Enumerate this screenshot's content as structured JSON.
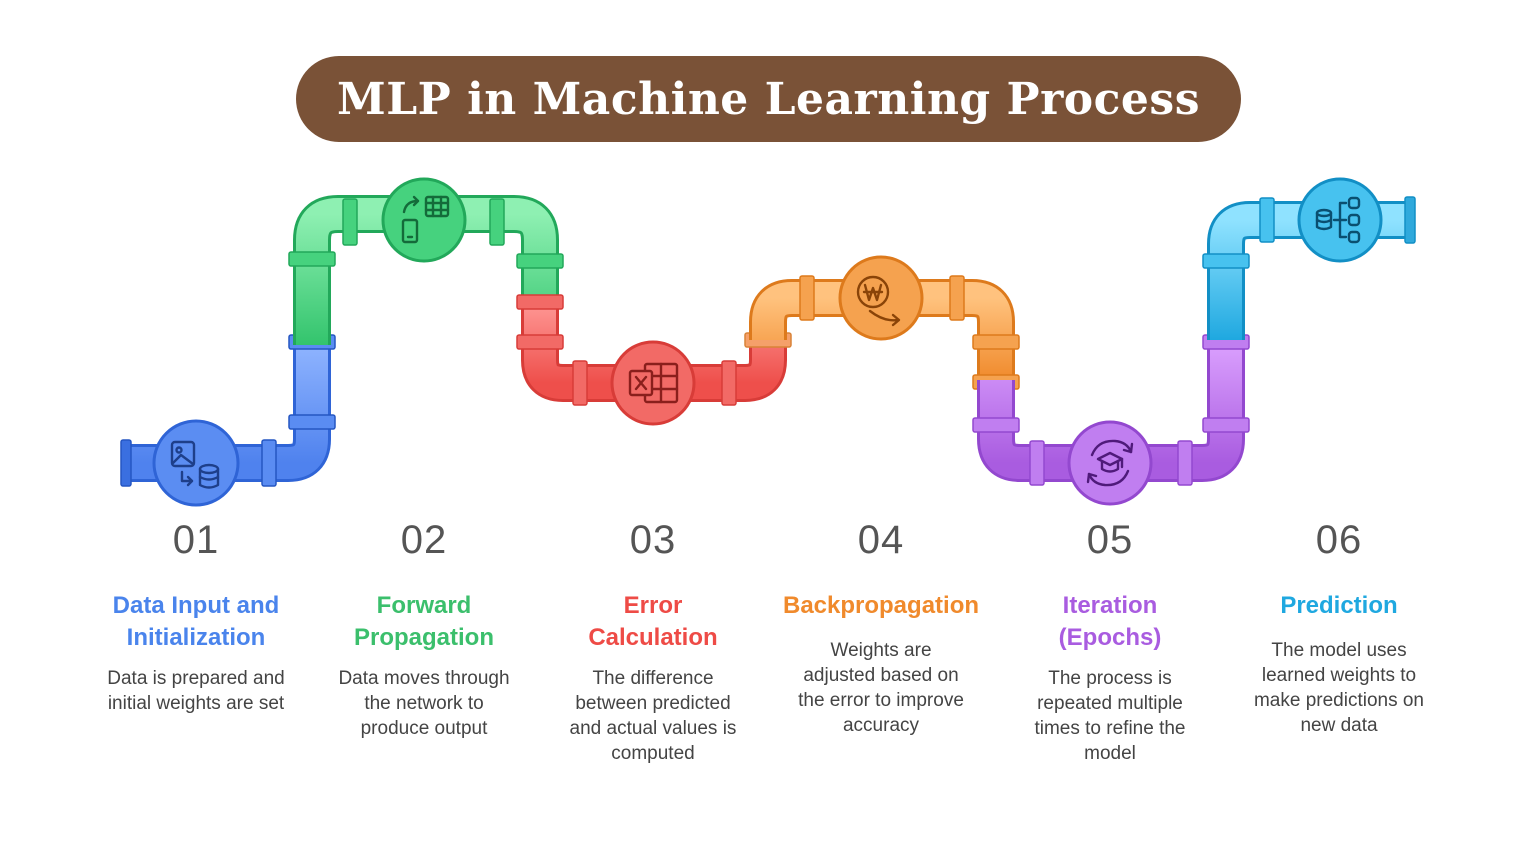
{
  "title": "MLP in Machine Learning Process",
  "colors": {
    "title_bg": "#7a5237",
    "blue": "#5b8df2",
    "green": "#3ecf7a",
    "red": "#f25f5c",
    "orange": "#f5993f",
    "purple": "#b46ae8",
    "cyan": "#35b6ea"
  },
  "steps": [
    {
      "number": "01",
      "title_line1": "Data Input and",
      "title_line2": "Initialization",
      "desc_lines": [
        "Data is prepared and",
        "initial weights are set"
      ],
      "icon": "data-transfer-icon",
      "color": "#4a84ec"
    },
    {
      "number": "02",
      "title_line1": "Forward",
      "title_line2": "Propagation",
      "desc_lines": [
        "Data moves through",
        "the network to",
        "produce output"
      ],
      "icon": "device-sync-icon",
      "color": "#3bbf6c"
    },
    {
      "number": "03",
      "title_line1": "Error",
      "title_line2": "Calculation",
      "desc_lines": [
        "The difference",
        "between predicted",
        "and actual values is",
        "computed"
      ],
      "icon": "spreadsheet-icon",
      "color": "#ee4b46"
    },
    {
      "number": "04",
      "title_line1": "Backpropagation",
      "title_line2": "",
      "desc_lines": [
        "Weights are",
        "adjusted based on",
        "the error to improve",
        "accuracy"
      ],
      "icon": "currency-trend-icon",
      "color": "#f08a2c"
    },
    {
      "number": "05",
      "title_line1": "Iteration",
      "title_line2": "(Epochs)",
      "desc_lines": [
        "The process is",
        "repeated multiple",
        "times to refine the",
        "model"
      ],
      "icon": "graduation-cycle-icon",
      "color": "#a95ce0"
    },
    {
      "number": "06",
      "title_line1": "Prediction",
      "title_line2": "",
      "desc_lines": [
        "The model uses",
        "learned weights to",
        "make predictions on",
        "new data"
      ],
      "icon": "database-tree-icon",
      "color": "#1fa8e0"
    }
  ]
}
